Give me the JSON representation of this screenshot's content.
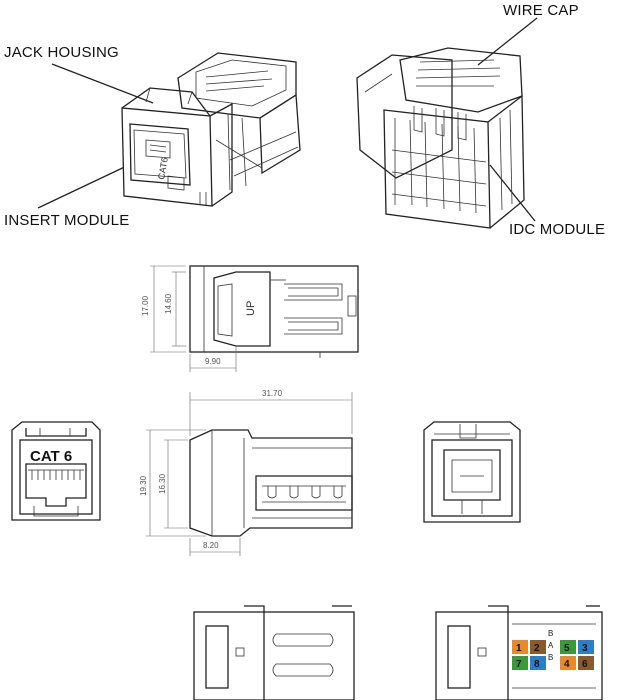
{
  "callouts": {
    "wire_cap": "WIRE CAP",
    "jack_housing": "JACK HOUSING",
    "insert_module": "INSERT MODULE",
    "idc_module": "IDC MODULE"
  },
  "dimensions": {
    "top_height_outer": "17.00",
    "top_height_inner": "14.60",
    "top_width": "9.90",
    "side_length": "31.70",
    "side_height_outer": "19.30",
    "side_height_inner": "16.30",
    "side_front": "8.20"
  },
  "labels": {
    "up": "UP",
    "cat": "CAT 6",
    "cat_side": "CAT6"
  },
  "wiring": {
    "pins": [
      "1",
      "2",
      "7",
      "8",
      "5",
      "3",
      "4",
      "6"
    ],
    "scheme": [
      "B",
      "A",
      "B"
    ]
  },
  "colors": {
    "orange": "#e8892b",
    "brown": "#8a5a2b",
    "green": "#3a9a3a",
    "blue": "#2a7fc8",
    "lines": "#222222"
  }
}
